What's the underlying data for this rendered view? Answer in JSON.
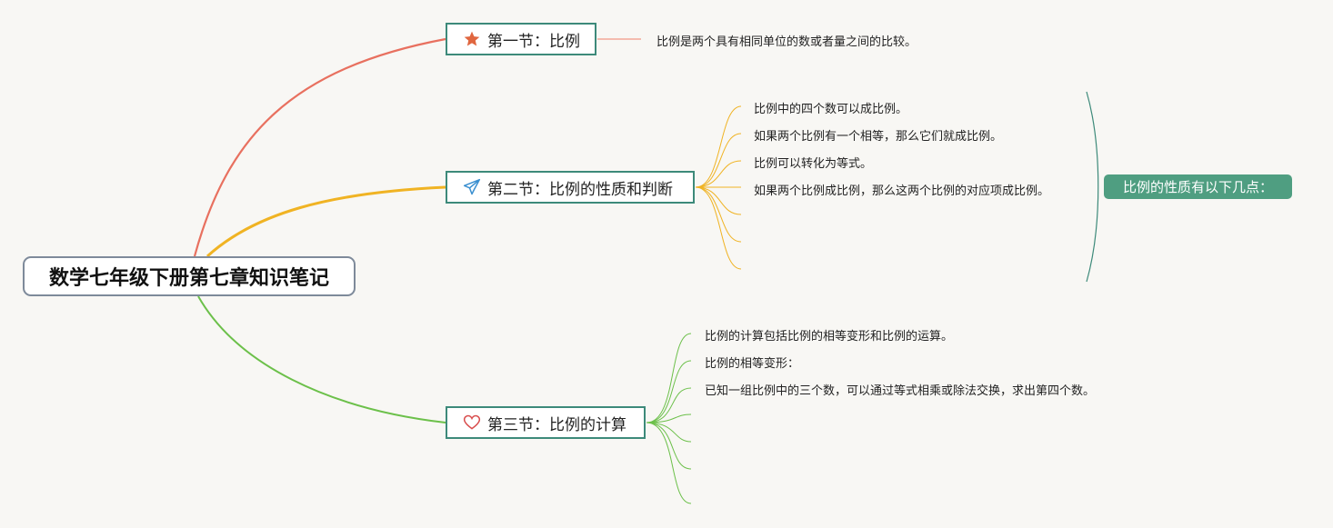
{
  "root": {
    "title": "数学七年级下册第七章知识笔记"
  },
  "sections": [
    {
      "label": "第一节：比例",
      "icon": "star-icon",
      "color": "#e8705f",
      "items": [
        "比例是两个具有相同单位的数或者量之间的比较。"
      ]
    },
    {
      "label": "第二节：比例的性质和判断",
      "icon": "paper-plane-icon",
      "color": "#f0b323",
      "items": [
        "比例中的四个数可以成比例。",
        "如果两个比例有一个相等，那么它们就成比例。",
        "比例可以转化为等式。",
        "如果两个比例成比例，那么这两个比例的对应项成比例。"
      ],
      "summary": "比例的性质有以下几点："
    },
    {
      "label": "第三节：比例的计算",
      "icon": "heart-icon",
      "color": "#6cc04a",
      "items": [
        "比例的计算包括比例的相等变形和比例的运算。",
        "比例的相等变形：",
        "已知一组比例中的三个数，可以通过等式相乘或除法交换，求出第四个数。"
      ]
    }
  ],
  "colors": {
    "section_border": "#3d8a7a",
    "summary_bg": "#4f9e81",
    "summary_bracket": "#3d8a7a"
  }
}
